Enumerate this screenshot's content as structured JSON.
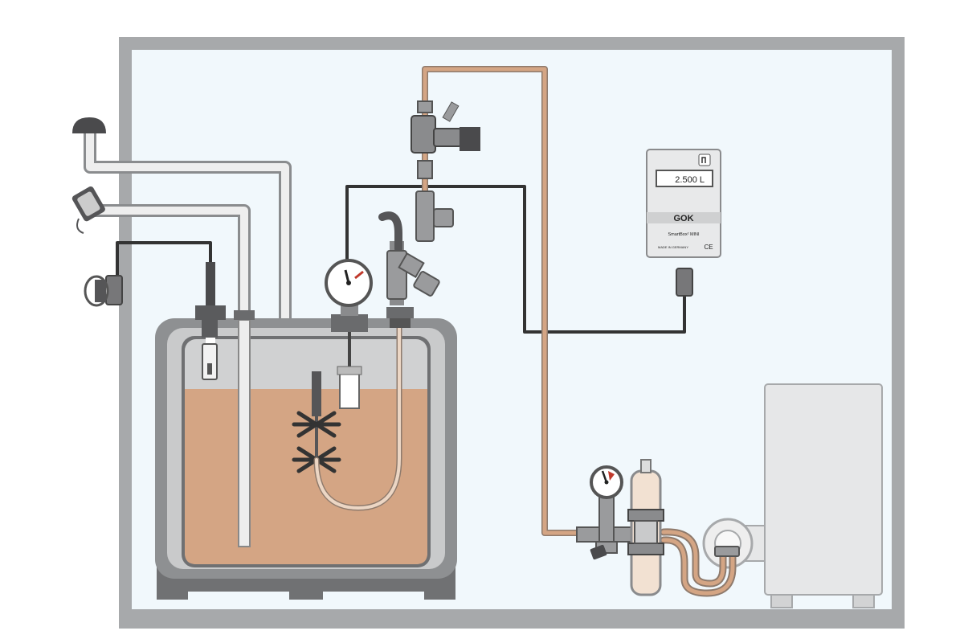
{
  "diagram": {
    "subject": "oil tank installation",
    "display": {
      "reading": "2.500 L",
      "brand": "GOK",
      "model": "SmartBox² MINI",
      "origin": "MADE IN GERMANY",
      "mark": "CE"
    }
  },
  "colors": {
    "wall": "#a7a9ab",
    "room": "#f1f8fc",
    "oil": "#d4a584",
    "oil_line": "#c9946e",
    "cable": "#333333",
    "tank": "#8e9092",
    "tank_inner": "#cfd0d1",
    "metal": "#9a9b9d",
    "dark": "#4a4a4c"
  }
}
